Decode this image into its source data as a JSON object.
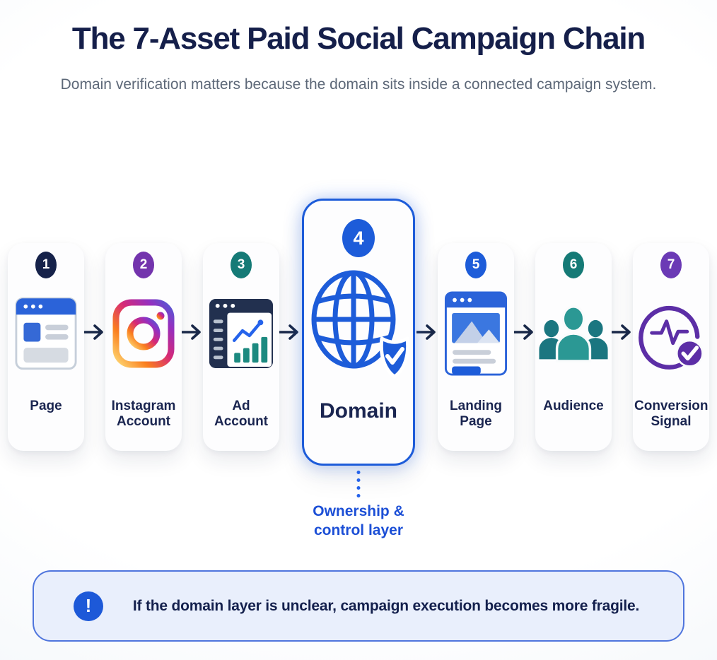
{
  "header": {
    "title": "The 7-Asset Paid Social Campaign Chain",
    "subtitle": "Domain verification matters because the domain sits inside a connected campaign system."
  },
  "chain": {
    "connector_icon": "arrow-right-icon",
    "nodes": [
      {
        "number": "1",
        "label": "Page",
        "icon": "facebook-page-icon",
        "badge_color": "#16224a"
      },
      {
        "number": "2",
        "label": "Instagram Account",
        "icon": "instagram-icon",
        "badge_color": "#7334ad"
      },
      {
        "number": "3",
        "label": "Ad Account",
        "icon": "ad-dashboard-icon",
        "badge_color": "#157a76"
      },
      {
        "number": "4",
        "label": "Domain",
        "icon": "globe-shield-icon",
        "badge_color": "#1d5cd9",
        "highlighted": true
      },
      {
        "number": "5",
        "label": "Landing Page",
        "icon": "landing-page-icon",
        "badge_color": "#1d5cd9"
      },
      {
        "number": "6",
        "label": "Audience",
        "icon": "audience-icon",
        "badge_color": "#157a76"
      },
      {
        "number": "7",
        "label": "Conversion Signal",
        "icon": "conversion-signal-icon",
        "badge_color": "#6b3ab5"
      }
    ]
  },
  "domain_annotation": {
    "text": "Ownership & control layer",
    "color": "#1c4fd6"
  },
  "callout": {
    "icon": "exclamation-icon",
    "icon_glyph": "!",
    "text": "If the domain layer is unclear, campaign execution becomes more fragile.",
    "background": "#e9effc",
    "border_color": "#4f75dd",
    "icon_color": "#1d59d8"
  },
  "colors": {
    "title": "#151f4a",
    "subtitle": "#5d6878",
    "card_label": "#1a2550",
    "arrow": "#1b2a4a",
    "accent_blue": "#1d5cd9",
    "highlight_border": "#1d5cd9",
    "annotation_blue": "#1c4fd6",
    "teal": "#157a76",
    "purple": "#6b3ab5"
  }
}
